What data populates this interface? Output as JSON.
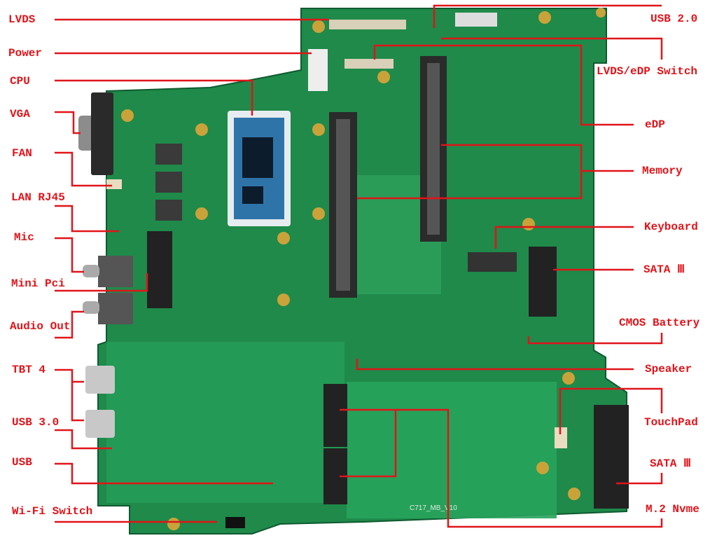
{
  "labels_left": [
    "LVDS",
    "Power",
    "CPU",
    "VGA",
    "FAN",
    "LAN RJ45",
    "Mic",
    "Mini Pci",
    "Audio Out",
    "TBT 4",
    "USB 3.0",
    "USB",
    "Wi-Fi Switch"
  ],
  "labels_right": [
    "USB 2.0",
    "LVDS/eDP Switch",
    "eDP",
    "Memory",
    "Keyboard",
    "SATA Ⅲ",
    "CMOS Battery",
    "Speaker",
    "TouchPad",
    "SATA Ⅲ",
    "M.2 Nvme"
  ],
  "board_silkscreen": "C717_MB_V10",
  "colors": {
    "label": "#e0141a",
    "board": "#1f8a4a",
    "board_dark": "#14603a"
  }
}
